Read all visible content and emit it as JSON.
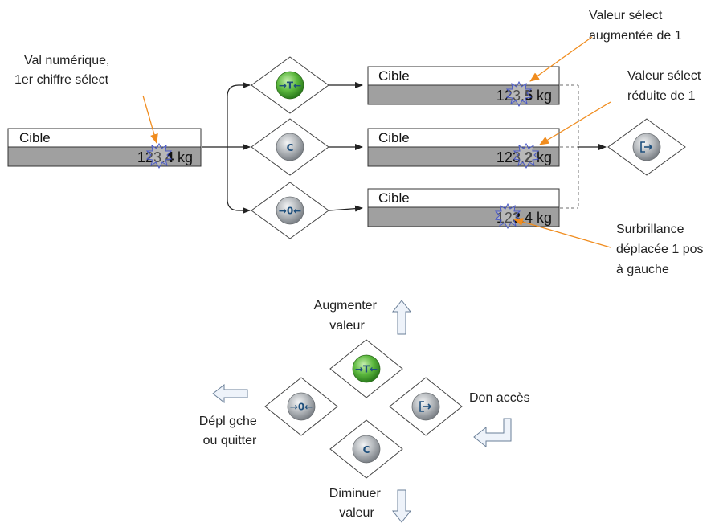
{
  "colors": {
    "value_bar": "#a0a0a0",
    "orange": "#f08c1e",
    "line": "#222222",
    "dashed": "#6e6e6e",
    "button_green": "#3a9a2a",
    "button_gray": "#9a9ea2",
    "button_text": "#1e4f7c",
    "arrow_fill": "#eef3fa",
    "arrow_stroke": "#6a7f98",
    "highlight": "#4a5ac8"
  },
  "buttons": {
    "tare": {
      "icon": "tare-icon",
      "symbol": "→T←"
    },
    "clear": {
      "icon": "clear-icon",
      "symbol": "C"
    },
    "zero": {
      "icon": "zero-icon",
      "symbol": "→0←"
    },
    "enter": {
      "icon": "enter-icon"
    }
  },
  "displays": {
    "start": {
      "title": "Cible",
      "prefix": "123.",
      "selected": "4",
      "suffix": " kg"
    },
    "tare_result": {
      "title": "Cible",
      "prefix": "123.",
      "selected": "5",
      "suffix": " kg"
    },
    "clear_result": {
      "title": "Cible",
      "prefix": "123.",
      "selected": "2",
      "suffix": " kg"
    },
    "zero_result": {
      "title": "Cible",
      "prefix": "12",
      "selected": "3",
      "suffix": ".4 kg"
    }
  },
  "annotations": {
    "val_numerique": [
      "Val numérique,",
      "1er chiffre sélect"
    ],
    "augmentee": [
      "Valeur sélect",
      "augmentée de 1"
    ],
    "reduite": [
      "Valeur sélect",
      "réduite de 1"
    ],
    "surbrillance": [
      "Surbrillance",
      "déplacée 1 pos",
      "à gauche"
    ]
  },
  "legend": {
    "augmenter": [
      "Augmenter",
      "valeur"
    ],
    "diminuer": [
      "Diminuer",
      "valeur"
    ],
    "depl": [
      "Dépl gche",
      "ou quitter"
    ],
    "don": "Don accès"
  }
}
